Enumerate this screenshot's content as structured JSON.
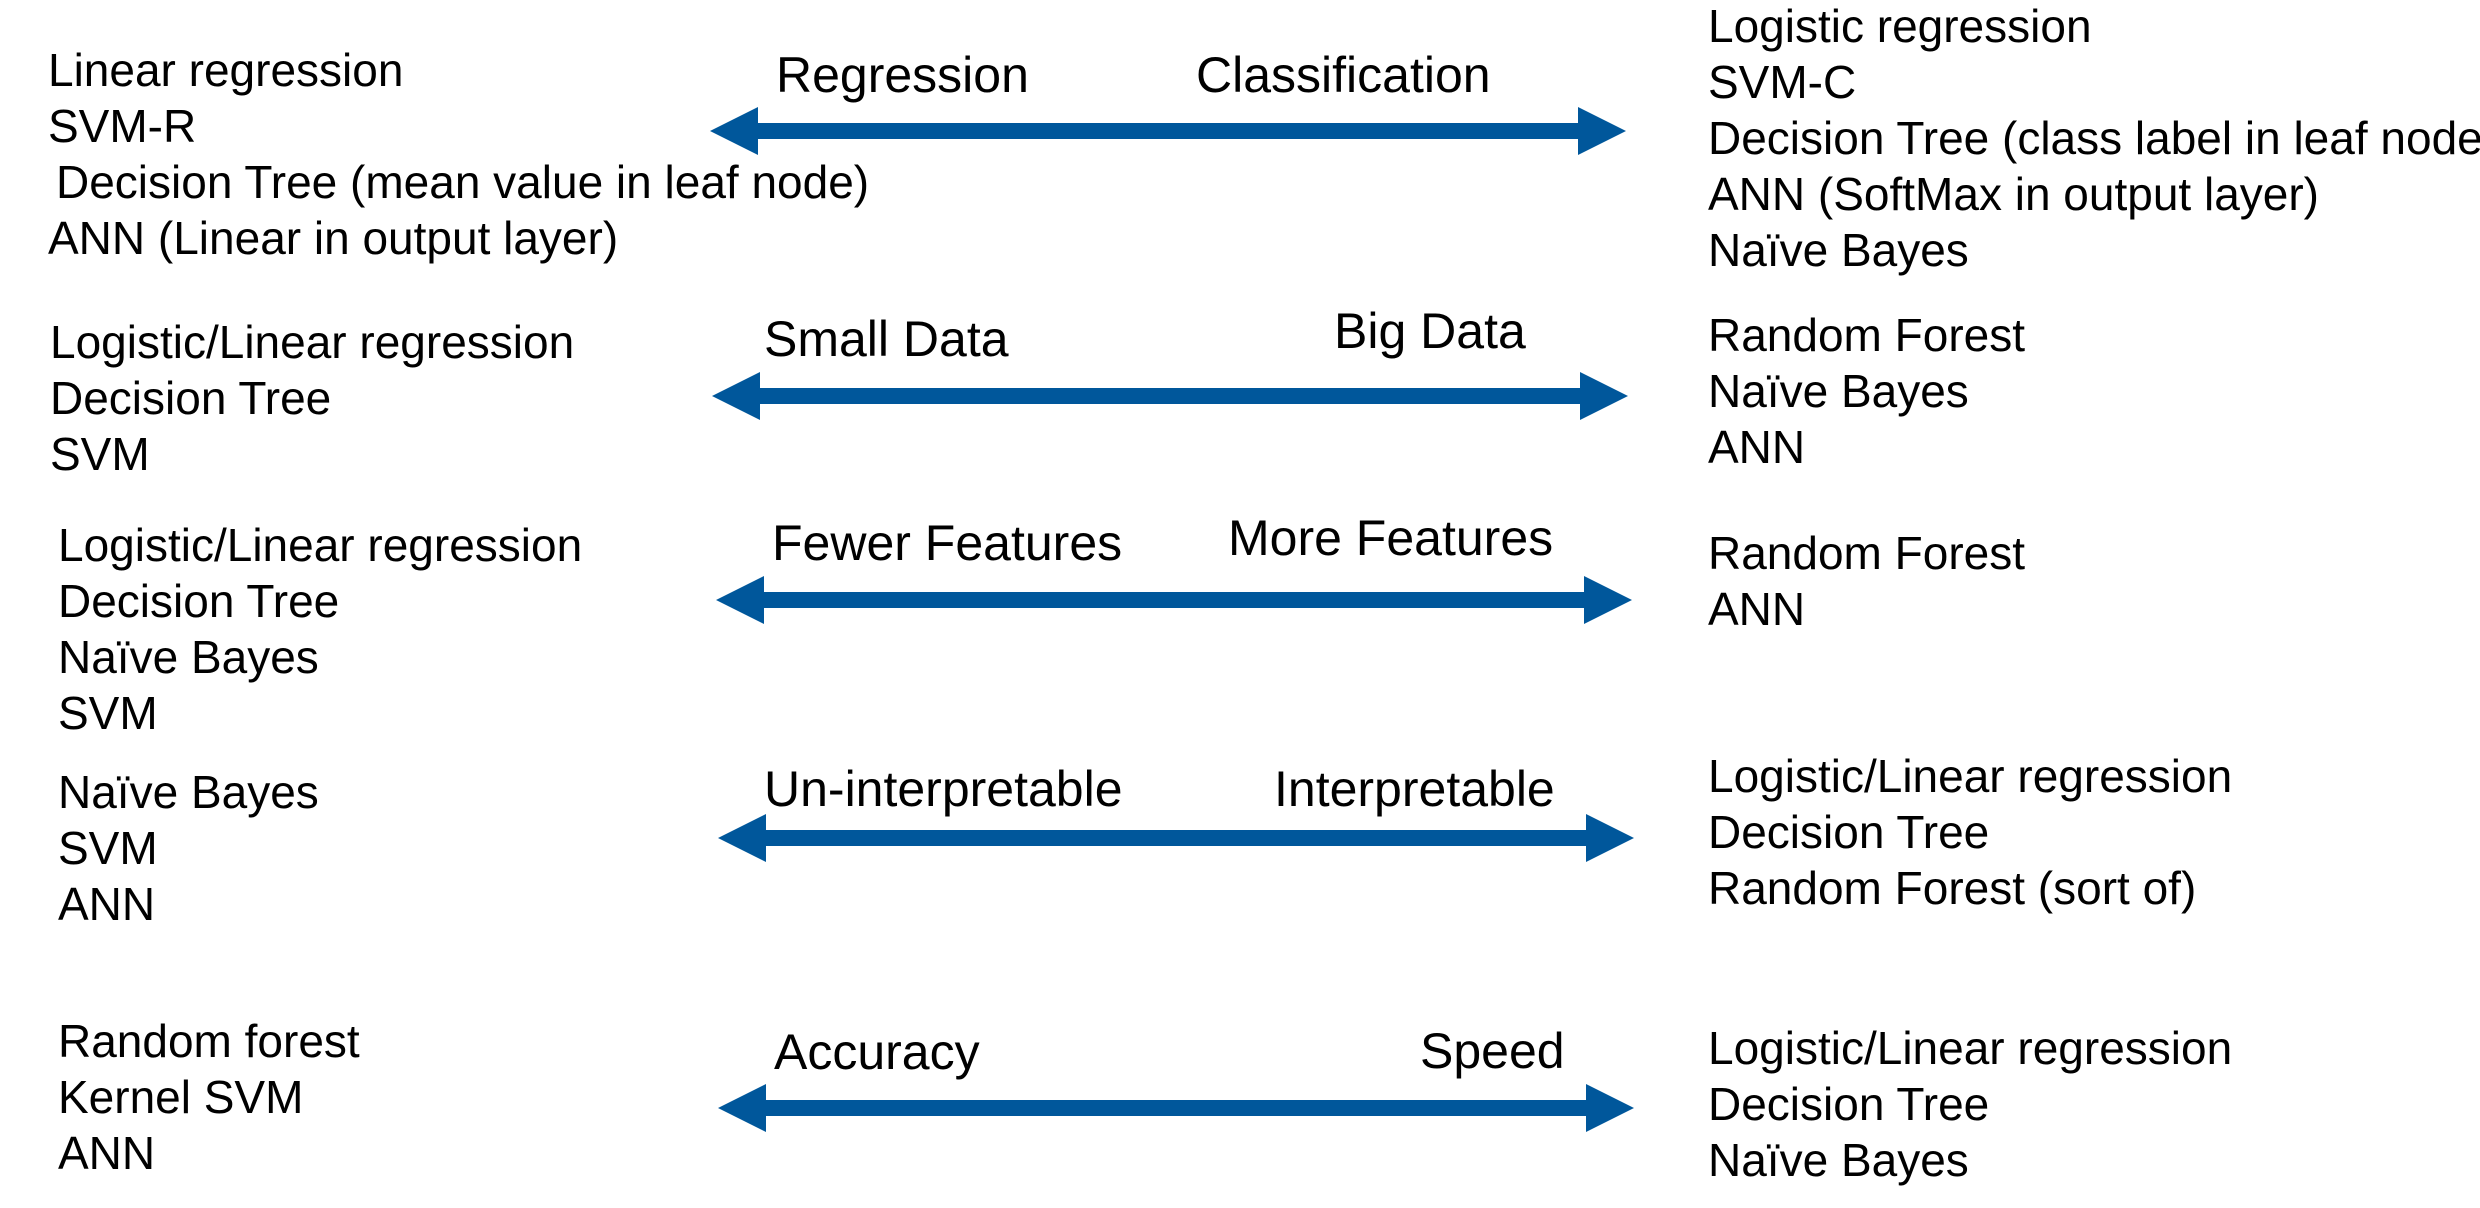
{
  "colors": {
    "arrow": "#00579B",
    "text": "#000000",
    "background": "#FFFFFF"
  },
  "rows": [
    {
      "left_label": "Regression",
      "right_label": "Classification",
      "left_items": [
        "Linear regression",
        "SVM-R",
        "Decision Tree (mean value in leaf node)",
        "ANN (Linear in output layer)"
      ],
      "right_items": [
        "Logistic regression",
        "SVM-C",
        "Decision Tree (class label in leaf node)",
        "ANN (SoftMax in output layer)",
        "Naïve Bayes"
      ]
    },
    {
      "left_label": "Small Data",
      "right_label": "Big Data",
      "left_items": [
        "Logistic/Linear regression",
        "Decision Tree",
        "SVM"
      ],
      "right_items": [
        "Random Forest",
        "Naïve Bayes",
        "ANN"
      ]
    },
    {
      "left_label": "Fewer Features",
      "right_label": "More Features",
      "left_items": [
        "Logistic/Linear regression",
        "Decision Tree",
        "Naïve Bayes",
        "SVM"
      ],
      "right_items": [
        "Random Forest",
        "ANN"
      ]
    },
    {
      "left_label": "Un-interpretable",
      "right_label": "Interpretable",
      "left_items": [
        "Naïve Bayes",
        "SVM",
        "ANN"
      ],
      "right_items": [
        "Logistic/Linear regression",
        "Decision Tree",
        "Random Forest (sort of)"
      ]
    },
    {
      "left_label": "Accuracy",
      "right_label": "Speed",
      "left_items": [
        "Random forest",
        "Kernel SVM",
        "ANN"
      ],
      "right_items": [
        "Logistic/Linear regression",
        "Decision Tree",
        "Naïve Bayes"
      ]
    }
  ]
}
